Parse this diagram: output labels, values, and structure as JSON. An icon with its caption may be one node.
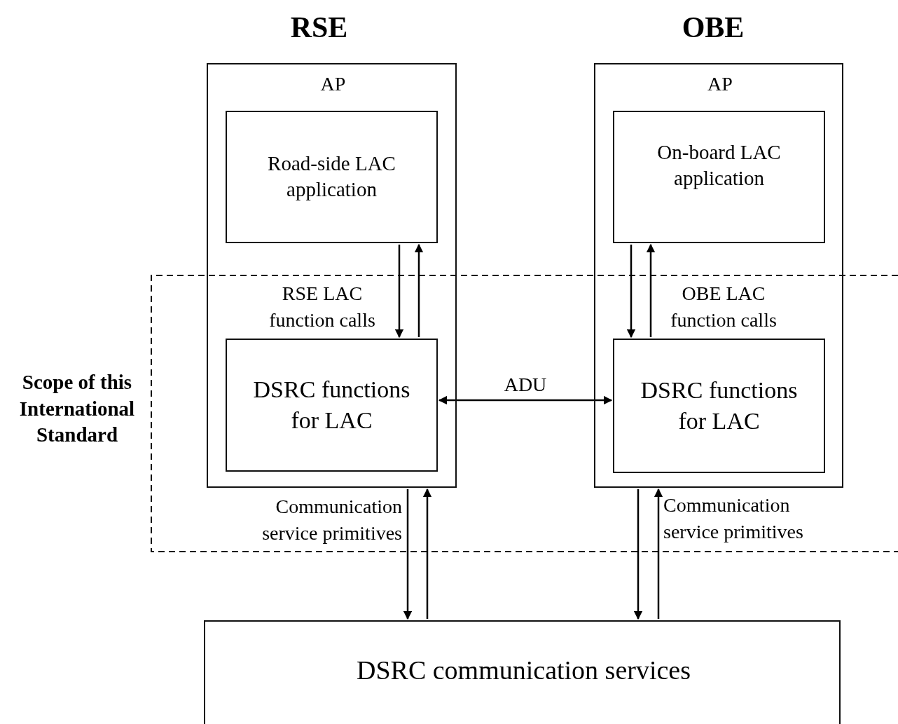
{
  "diagram": {
    "nodes": [
      {
        "text": [
          "RSE",
          "AP"
        ]
      },
      {
        "text": [
          "Road-side LAC application"
        ],
        "in": 0
      },
      {
        "text": [
          "DSRC functions for LAC"
        ],
        "in": 0
      },
      {
        "text": [
          "OBE",
          "AP"
        ]
      },
      {
        "text": [
          "On-board LAC application"
        ],
        "in": 3
      },
      {
        "text": [
          "DSRC functions for LAC"
        ],
        "in": 3
      },
      {
        "text": [
          "DSRC communication services"
        ]
      }
    ],
    "edges": [
      {
        "from": 1,
        "to": 2,
        "arrow": "to",
        "label": "RSE LAC function calls"
      },
      {
        "from": 2,
        "to": 1,
        "arrow": "to"
      },
      {
        "from": 4,
        "to": 5,
        "arrow": "to"
      },
      {
        "from": 5,
        "to": 4,
        "arrow": "to",
        "label": "OBE LAC function calls"
      },
      {
        "from": 2,
        "to": 5,
        "arrow": "both",
        "label": "ADU"
      },
      {
        "from": 0,
        "to": 6,
        "arrow": "to",
        "label": "Communication service primitives"
      },
      {
        "from": 6,
        "to": 0,
        "arrow": "to"
      },
      {
        "from": 3,
        "to": 6,
        "arrow": "to"
      },
      {
        "from": 6,
        "to": 3,
        "arrow": "to",
        "label": "Communication service primitives"
      }
    ],
    "labels": [
      "Scope of this International Standard"
    ]
  }
}
